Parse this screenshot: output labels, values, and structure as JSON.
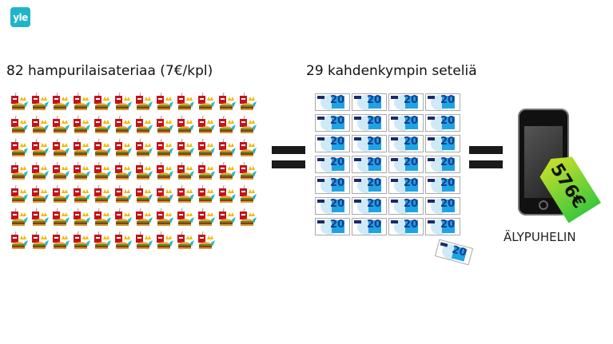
{
  "logo": "yle",
  "left": {
    "title": "82 hampurilaisateriaa (7€/kpl)",
    "count": 82,
    "per_row": 12
  },
  "middle": {
    "title": "29 kahdenkympin seteliä",
    "count": 29,
    "grid_count": 28,
    "per_row": 4,
    "note_value": "20"
  },
  "right": {
    "price": "576€",
    "caption": "ÄLYPUHELIN"
  },
  "colors": {
    "brand": "#1fb5c9",
    "note_blue": "#1ea4e4",
    "tag_green": "#3cc83c"
  }
}
